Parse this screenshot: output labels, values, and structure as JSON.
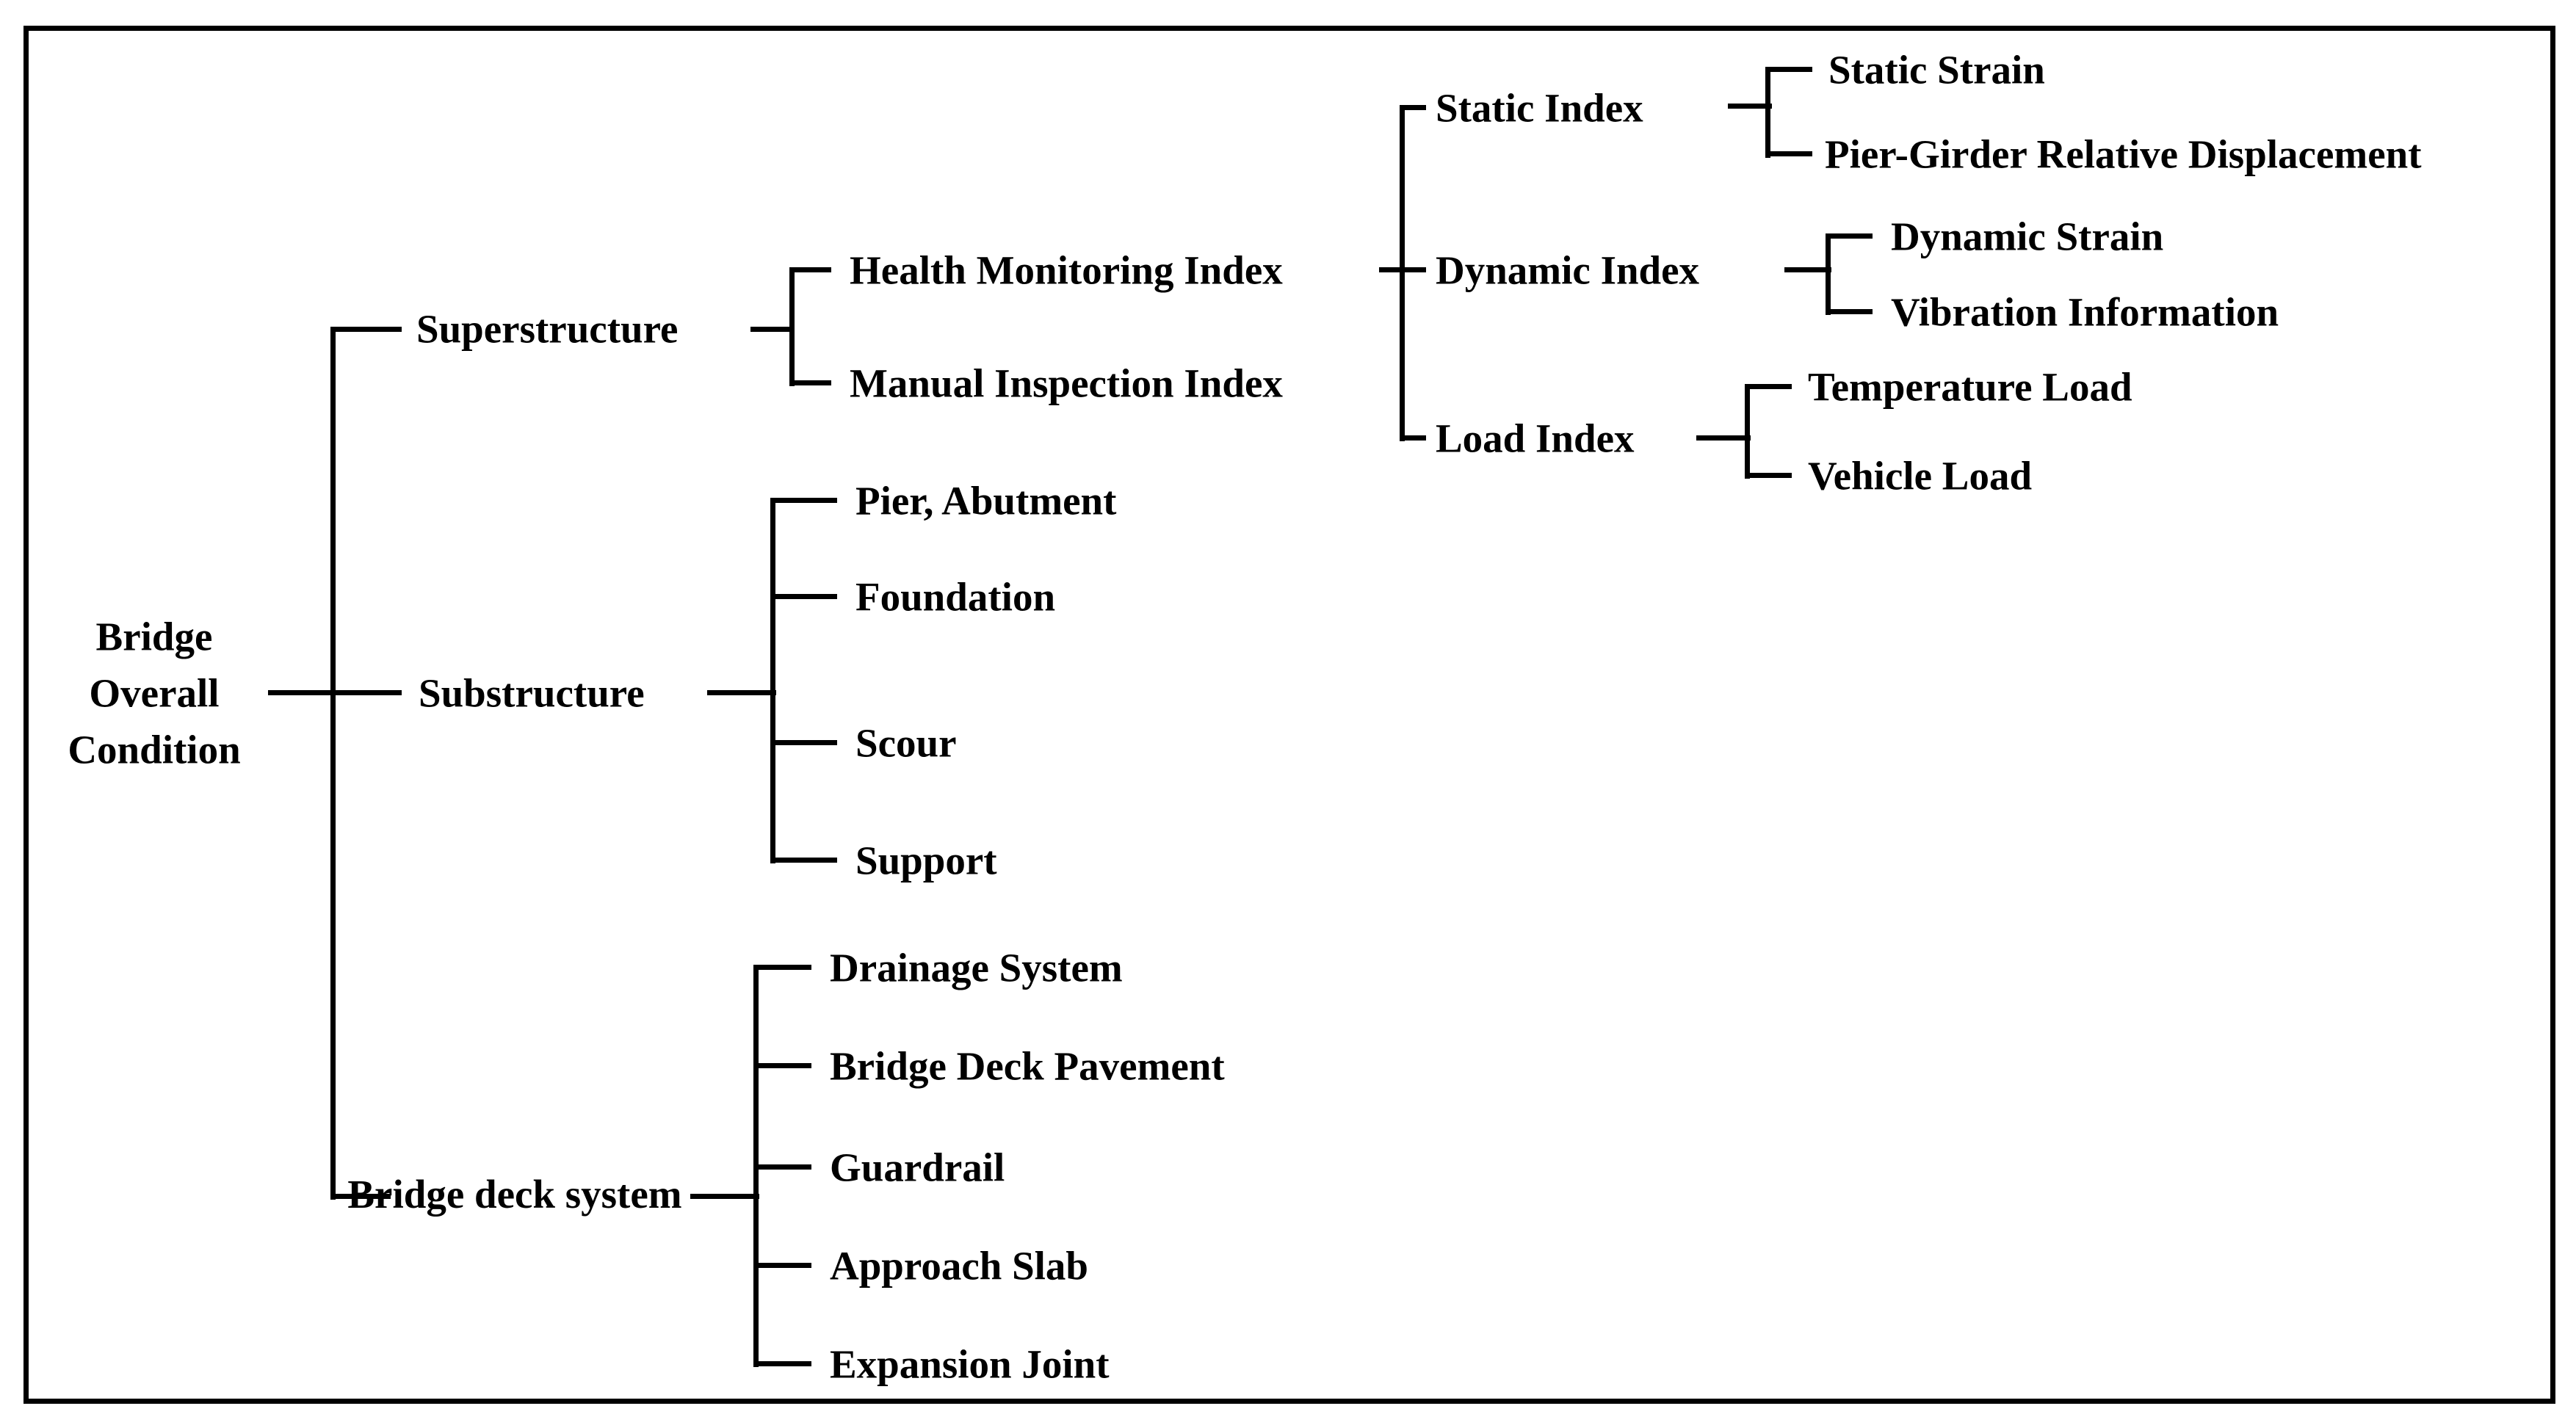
{
  "colors": {
    "background": "#ffffff",
    "line": "#000000",
    "text": "#000000"
  },
  "diagram_type": "hierarchy-tree",
  "tree": {
    "root": {
      "label": "Bridge Overall Condition",
      "children": [
        {
          "label": "Superstructure",
          "children": [
            {
              "label": "Health Monitoring Index",
              "children": [
                {
                  "label": "Static Index",
                  "children": [
                    {
                      "label": "Static Strain"
                    },
                    {
                      "label": "Pier-Girder Relative Displacement"
                    }
                  ]
                },
                {
                  "label": "Dynamic Index",
                  "children": [
                    {
                      "label": "Dynamic Strain"
                    },
                    {
                      "label": "Vibration Information"
                    }
                  ]
                },
                {
                  "label": "Load Index",
                  "children": [
                    {
                      "label": "Temperature Load"
                    },
                    {
                      "label": "Vehicle Load"
                    }
                  ]
                }
              ]
            },
            {
              "label": "Manual Inspection Index"
            }
          ]
        },
        {
          "label": "Substructure",
          "children": [
            {
              "label": "Pier, Abutment"
            },
            {
              "label": "Foundation"
            },
            {
              "label": "Scour"
            },
            {
              "label": "Support"
            }
          ]
        },
        {
          "label": "Bridge deck system",
          "children": [
            {
              "label": "Drainage System"
            },
            {
              "label": "Bridge Deck Pavement"
            },
            {
              "label": "Guardrail"
            },
            {
              "label": "Approach Slab"
            },
            {
              "label": "Expansion Joint"
            }
          ]
        }
      ]
    }
  }
}
